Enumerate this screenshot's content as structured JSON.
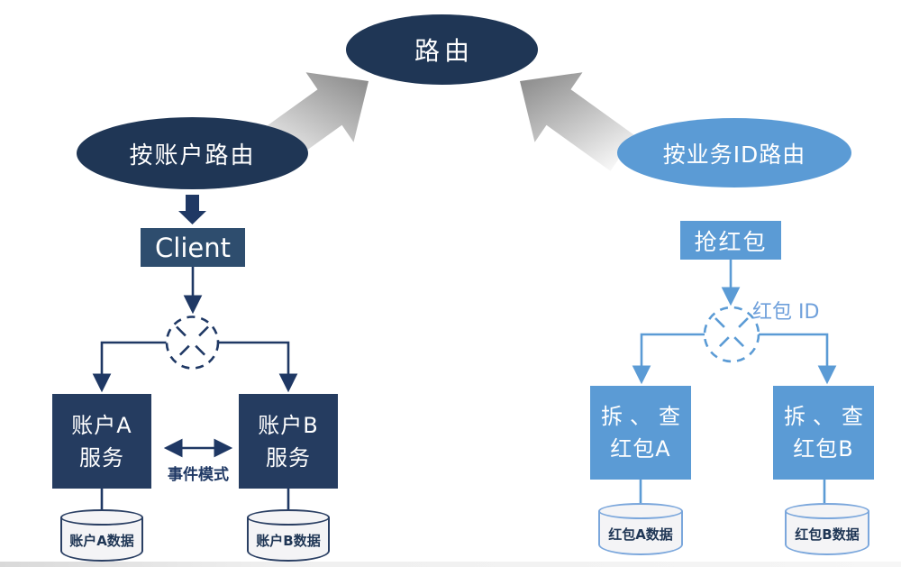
{
  "colors": {
    "navy_ellipse": "#1F3655",
    "navy_client": "#2E4D6E",
    "navy_service": "#253C60",
    "navy_line": "#1F3864",
    "blue_accent": "#5B9BD5",
    "blue_label": "#6FA0DB",
    "cylinder_fill": "#F4F4F6",
    "arrow_gray": "#8E8E8E"
  },
  "top": {
    "router_label": "路由"
  },
  "left_flow": {
    "route_label": "按账户路由",
    "client_label": "Client",
    "event_mode_label": "事件模式",
    "service_a": {
      "line1": "账户A",
      "line2": "服务"
    },
    "service_b": {
      "line1": "账户B",
      "line2": "服务"
    },
    "db_a": "账户A数据",
    "db_b": "账户B数据"
  },
  "right_flow": {
    "route_label": "按业务ID路由",
    "grab_label": "抢红包",
    "packet_id_label": "红包 ID",
    "service_a": {
      "line1": "拆、查",
      "line2": "红包A"
    },
    "service_b": {
      "line1": "拆、查",
      "line2": "红包B"
    },
    "db_a": "红包A数据",
    "db_b": "红包B数据"
  }
}
